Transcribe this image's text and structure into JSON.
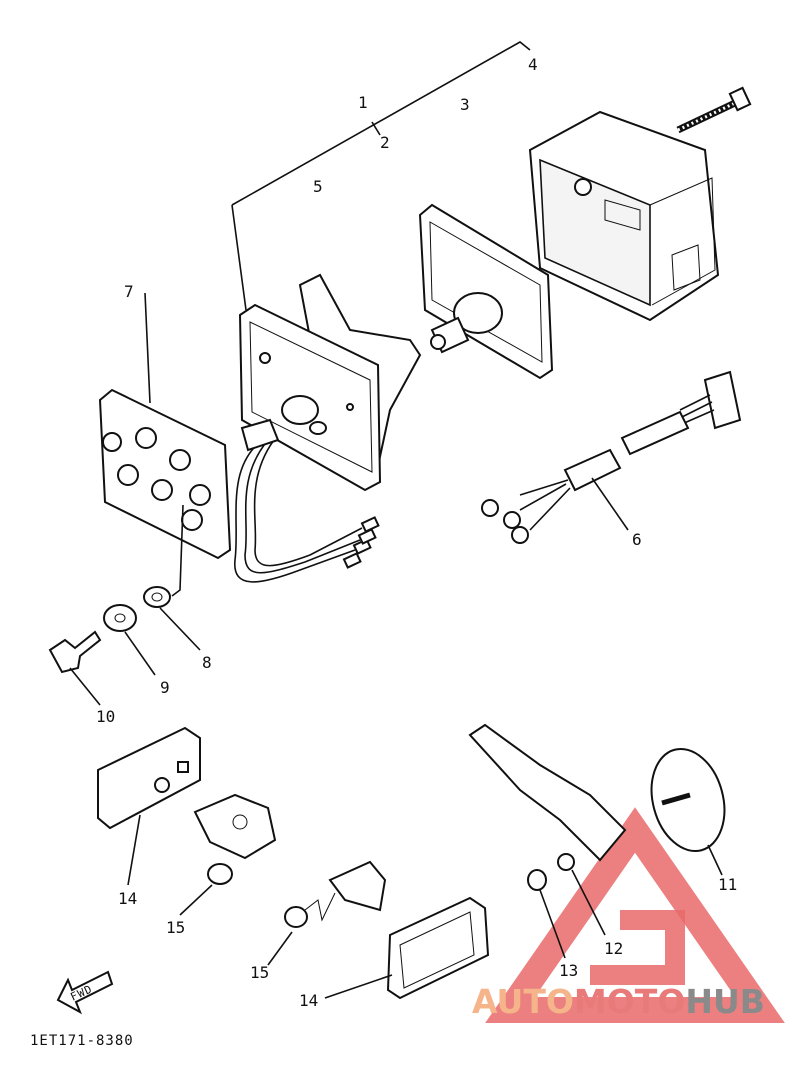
{
  "callouts": {
    "c1": "1",
    "c2": "2",
    "c3": "3",
    "c4": "4",
    "c5": "5",
    "c6": "6",
    "c7": "7",
    "c8": "8",
    "c9": "9",
    "c10": "10",
    "c11": "11",
    "c12": "12",
    "c13": "13",
    "c14a": "14",
    "c14b": "14",
    "c15a": "15",
    "c15b": "15"
  },
  "fwd_label": "FWD",
  "diagram_code": "1ET171-8380",
  "watermark": {
    "part1": "AUTO",
    "part2": "MOTO",
    "part3": "HUB",
    "colors": {
      "auto": "#f5b48a",
      "moto": "#e97a7a",
      "hub": "#8a8a8a",
      "triangle": "#e96a6a"
    }
  }
}
